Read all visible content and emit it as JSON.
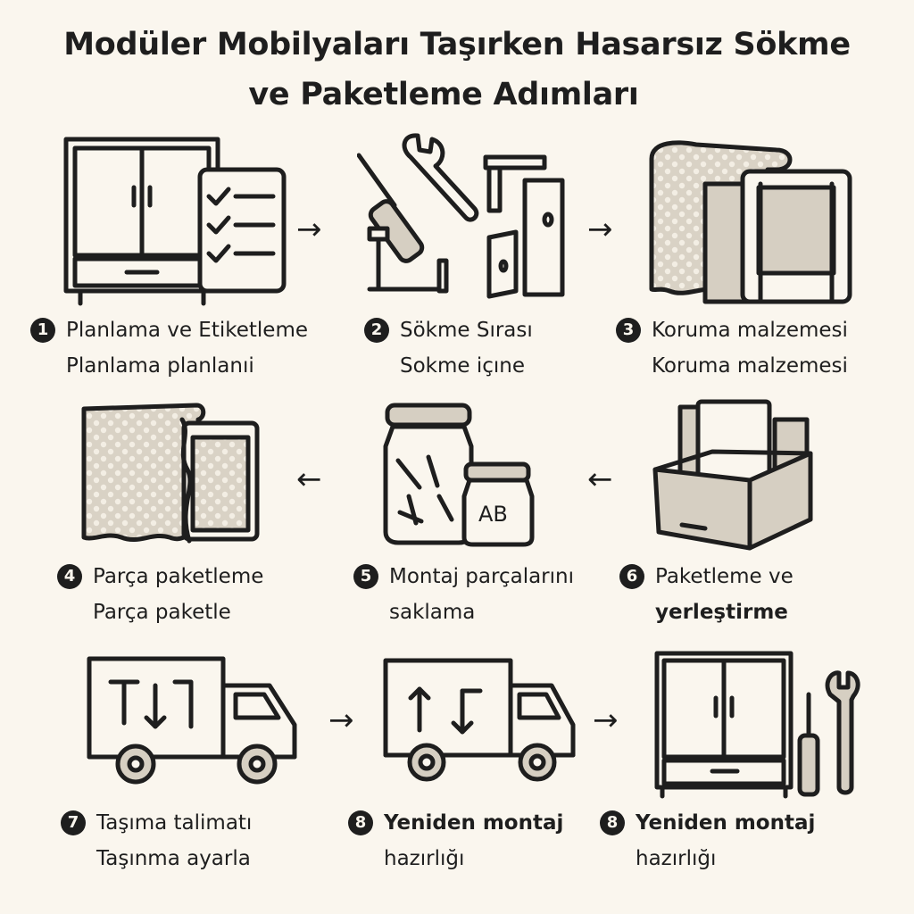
{
  "title": {
    "line1": "Modüler Mobilyaları Taşırken Hasarsız Sökme",
    "line2": "ve Paketleme Adımları"
  },
  "arrows": {
    "right": "→",
    "left": "←"
  },
  "steps": [
    {
      "number": "1",
      "title": "Planlama ve Etiketleme",
      "subtitle": "Planlama planlanıi",
      "icon": "wardrobe-checklist-icon"
    },
    {
      "number": "2",
      "title": "Sökme Sırası",
      "subtitle": "Sokme içıne",
      "icon": "tools-disassembly-icon"
    },
    {
      "number": "3",
      "title": "Koruma malzemesi",
      "subtitle": "Koruma malzemesi",
      "icon": "bubble-wrap-panels-icon"
    },
    {
      "number": "4",
      "title": "Parça paketleme",
      "subtitle": "Parça paketle",
      "icon": "wrapped-panel-icon"
    },
    {
      "number": "5",
      "title": "Montaj parçalarını",
      "subtitle": "saklama",
      "icon": "screw-jars-icon"
    },
    {
      "number": "6",
      "title": "Paketleme ve",
      "subtitle": "yerleştirme",
      "icon": "box-panels-icon"
    },
    {
      "number": "7",
      "title": "Taşıma talimatı",
      "subtitle": "Taşınma ayarla",
      "icon": "truck-arrows-icon"
    },
    {
      "number": "8",
      "title": "Yeniden montaj",
      "subtitle": "hazırlığı",
      "icon": "truck-unload-icon"
    },
    {
      "number": "8",
      "title": "Yeniden montaj",
      "subtitle": "hazırlığı",
      "icon": "wardrobe-tools-icon"
    }
  ]
}
